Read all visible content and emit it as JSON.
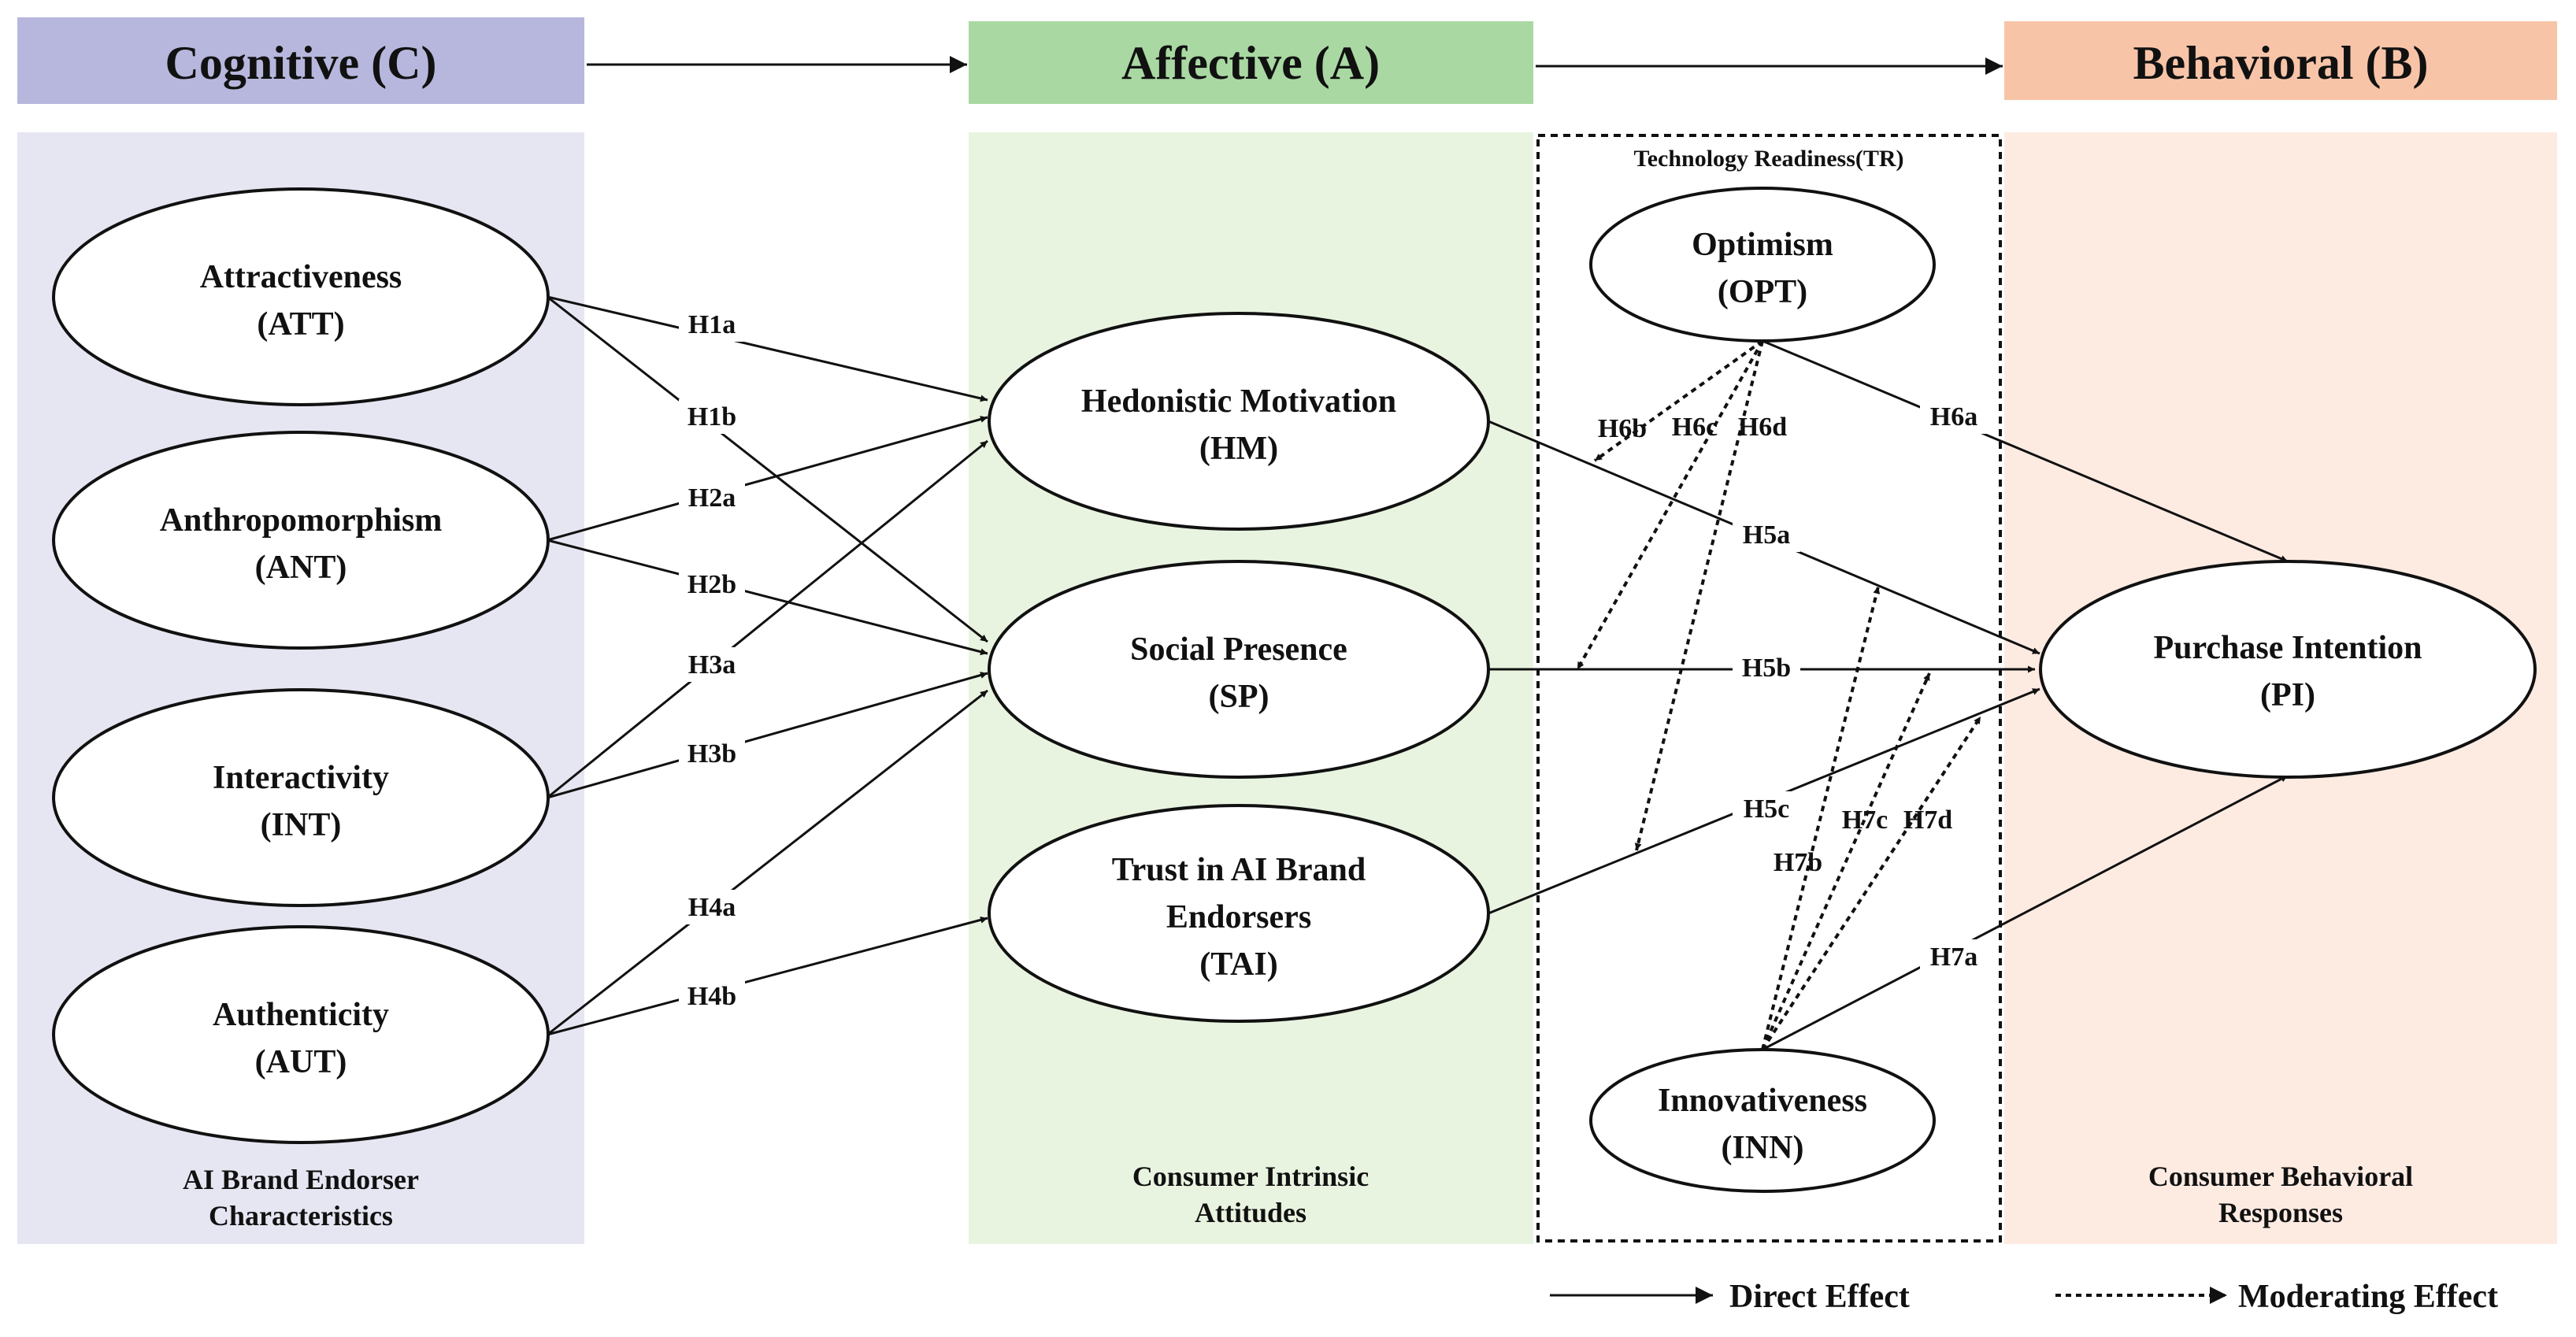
{
  "headers": {
    "cognitive": "Cognitive (C)",
    "affective": "Affective (A)",
    "behavioral": "Behavioral (B)"
  },
  "colors": {
    "cognitive_header": "#b7b7dd",
    "cognitive_panel": "#e6e6f3",
    "affective_header": "#a9d8a2",
    "affective_panel": "#e9f4e0",
    "behavioral_header": "#f8c4a8",
    "behavioral_panel": "#fdebe2"
  },
  "nodes": {
    "att": {
      "line1": "Attractiveness",
      "line2": "(ATT)"
    },
    "ant": {
      "line1": "Anthropomorphism",
      "line2": "(ANT)"
    },
    "int": {
      "line1": "Interactivity",
      "line2": "(INT)"
    },
    "aut": {
      "line1": "Authenticity",
      "line2": "(AUT)"
    },
    "hm": {
      "line1": "Hedonistic Motivation",
      "line2": "(HM)"
    },
    "sp": {
      "line1": "Social Presence",
      "line2": "(SP)"
    },
    "tai": {
      "line1": "Trust in AI Brand",
      "line2": "Endorsers",
      "line3": "(TAI)"
    },
    "opt": {
      "line1": "Optimism",
      "line2": "(OPT)"
    },
    "inn": {
      "line1": "Innovativeness",
      "line2": "(INN)"
    },
    "pi": {
      "line1": "Purchase Intention",
      "line2": "(PI)"
    }
  },
  "captions": {
    "cognitive": {
      "line1": "AI Brand Endorser",
      "line2": "Characteristics"
    },
    "affective": {
      "line1": "Consumer Intrinsic",
      "line2": "Attitudes"
    },
    "behavioral": {
      "line1": "Consumer Behavioral",
      "line2": "Responses"
    }
  },
  "tr_title": "Technology Readiness(TR)",
  "paths": {
    "h1a": "H1a",
    "h1b": "H1b",
    "h2a": "H2a",
    "h2b": "H2b",
    "h3a": "H3a",
    "h3b": "H3b",
    "h4a": "H4a",
    "h4b": "H4b",
    "h5a": "H5a",
    "h5b": "H5b",
    "h5c": "H5c",
    "h6a": "H6a",
    "h6b": "H6b",
    "h6c": "H6c",
    "h6d": "H6d",
    "h7a": "H7a",
    "h7b": "H7b",
    "h7c": "H7c",
    "h7d": "H7d"
  },
  "legend": {
    "direct": "Direct Effect",
    "moderating": "Moderating Effect"
  }
}
